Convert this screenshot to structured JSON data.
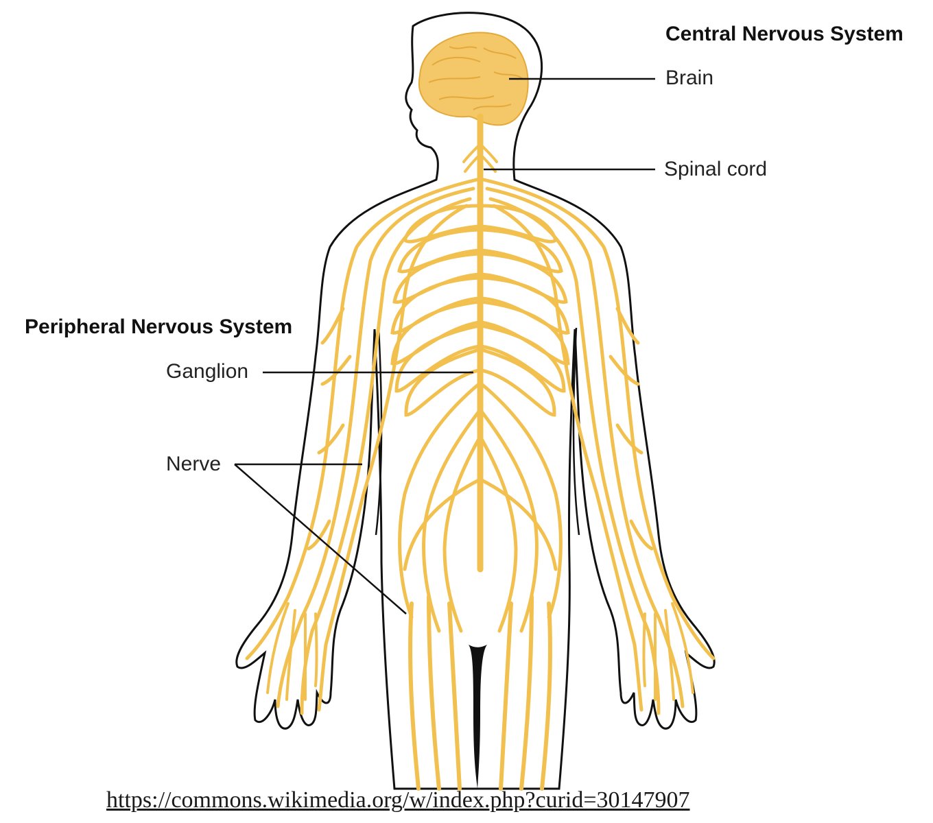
{
  "headings": {
    "cns": "Central Nervous System",
    "pns": "Peripheral Nervous System"
  },
  "labels": {
    "brain": "Brain",
    "spinal_cord": "Spinal cord",
    "ganglion": "Ganglion",
    "nerve": "Nerve"
  },
  "source": {
    "url": "https://commons.wikimedia.org/w/index.php?curid=30147907"
  },
  "colors": {
    "nerve": "#F2C04E",
    "brain": "#F4C768",
    "outline": "#111111"
  }
}
